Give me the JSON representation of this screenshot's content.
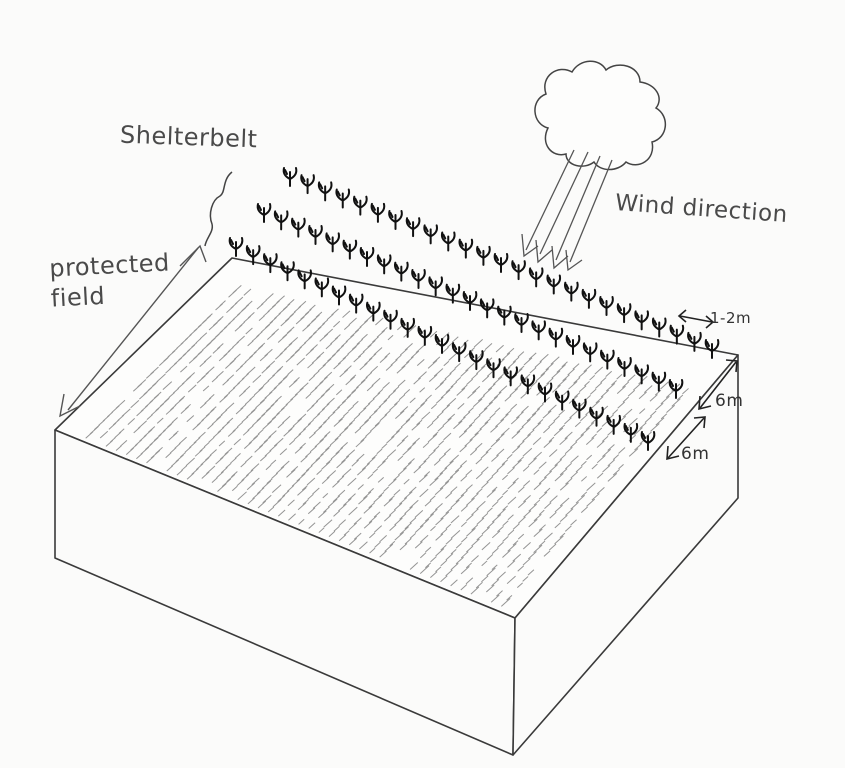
{
  "labels": {
    "shelterbelt": "Shelterbelt",
    "protected_field": "protected field",
    "wind_direction": "Wind direction",
    "tree_spacing": "1-2m",
    "row_spacing_1": "6m",
    "row_spacing_2": "6m"
  },
  "diagram": {
    "tree_rows": 3,
    "trees_per_row": [
      25,
      25,
      25
    ],
    "colors": {
      "ink": "#3a3a3a",
      "tree": "#111111",
      "hatch": "#7a7a7a"
    }
  }
}
